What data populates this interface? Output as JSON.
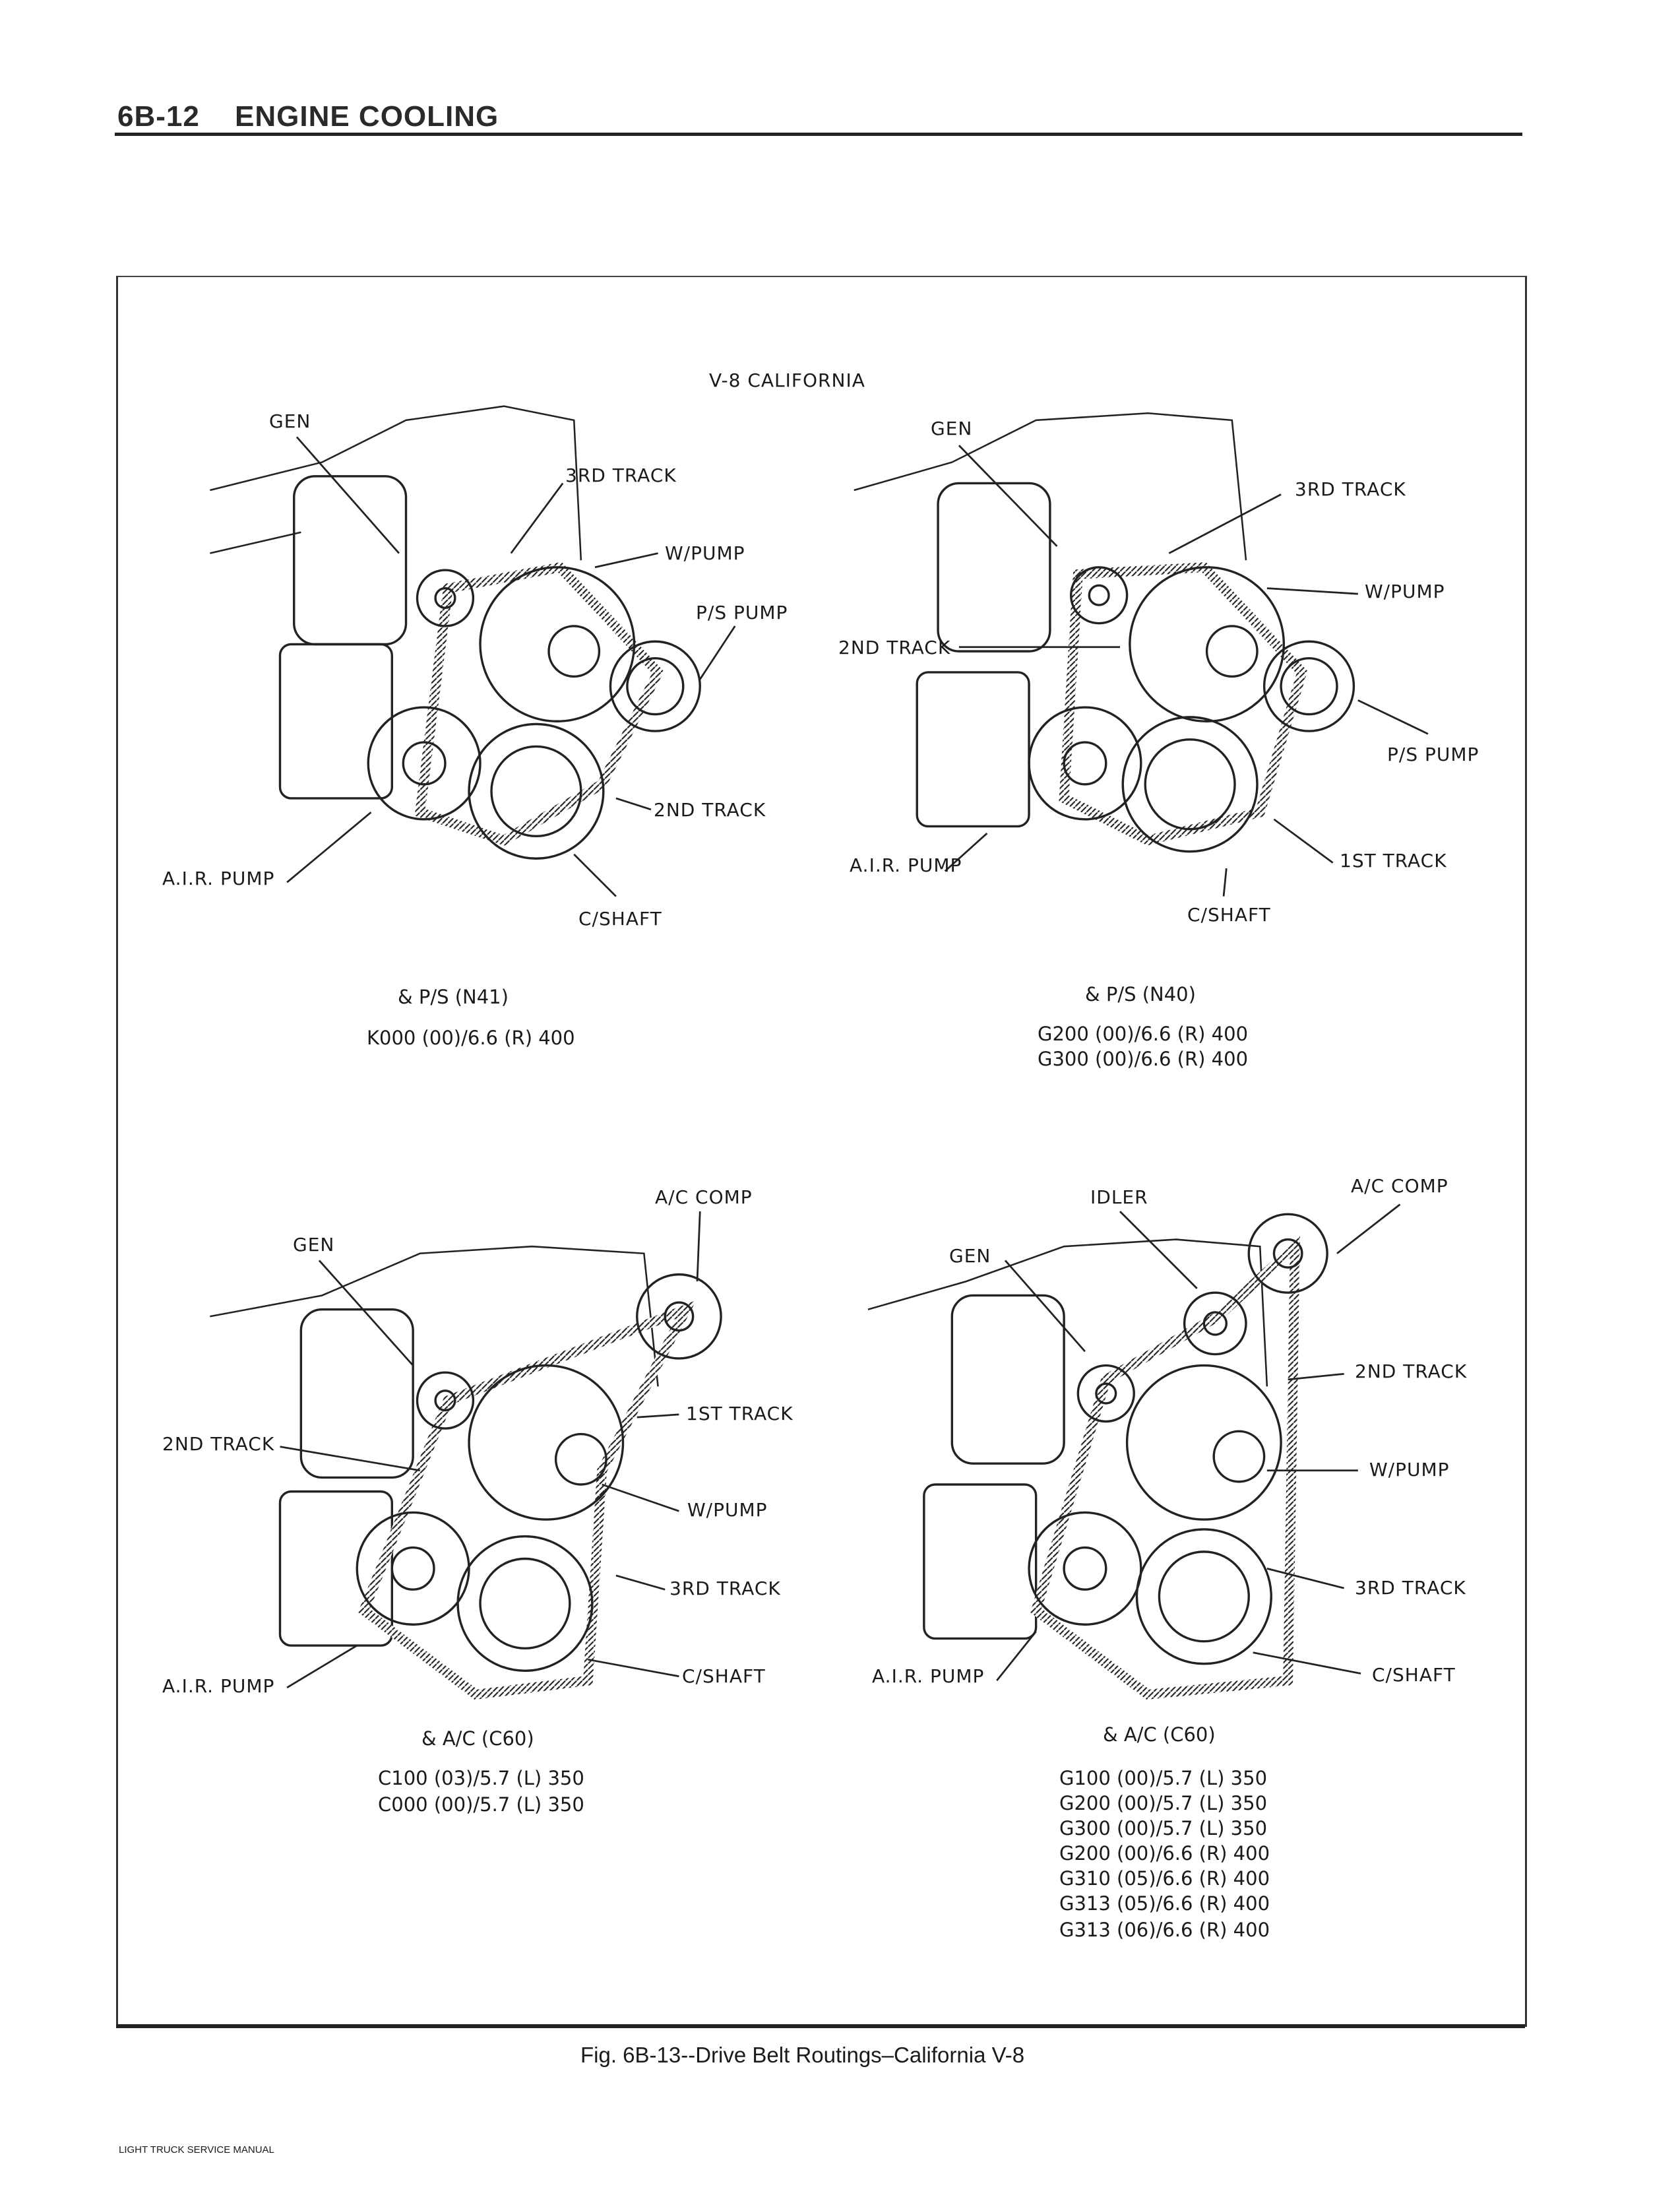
{
  "header": {
    "section": "6B-12",
    "title": "ENGINE COOLING"
  },
  "figure": {
    "title": "V-8 CALIFORNIA",
    "caption": "Fig. 6B-13--Drive Belt Routings–California V-8",
    "diagrams": [
      {
        "labels": {
          "gen": "GEN",
          "track3": "3RD TRACK",
          "wpump": "W/PUMP",
          "pspump": "P/S PUMP",
          "track2": "2ND TRACK",
          "airpump": "A.I.R. PUMP",
          "cshaft": "C/SHAFT"
        },
        "option": "& P/S (N41)",
        "models": [
          "K000 (00)/6.6 (R) 400"
        ]
      },
      {
        "labels": {
          "gen": "GEN",
          "track3": "3RD TRACK",
          "wpump": "W/PUMP",
          "track2": "2ND TRACK",
          "pspump": "P/S PUMP",
          "track1": "1ST TRACK",
          "airpump": "A.I.R. PUMP",
          "cshaft": "C/SHAFT"
        },
        "option": "& P/S (N40)",
        "models": [
          "G200 (00)/6.6 (R) 400",
          "G300 (00)/6.6 (R) 400"
        ]
      },
      {
        "labels": {
          "accomp": "A/C COMP",
          "gen": "GEN",
          "track1": "1ST TRACK",
          "track2": "2ND TRACK",
          "wpump": "W/PUMP",
          "track3": "3RD TRACK",
          "airpump": "A.I.R. PUMP",
          "cshaft": "C/SHAFT"
        },
        "option": "& A/C (C60)",
        "models": [
          "C100 (03)/5.7 (L) 350",
          "C000 (00)/5.7 (L) 350"
        ]
      },
      {
        "labels": {
          "idler": "IDLER",
          "accomp": "A/C COMP",
          "gen": "GEN",
          "track2": "2ND TRACK",
          "wpump": "W/PUMP",
          "track3": "3RD TRACK",
          "airpump": "A.I.R. PUMP",
          "cshaft": "C/SHAFT"
        },
        "option": "& A/C (C60)",
        "models": [
          "G100 (00)/5.7 (L) 350",
          "G200 (00)/5.7 (L) 350",
          "G300 (00)/5.7 (L) 350",
          "G200 (00)/6.6 (R) 400",
          "G310 (05)/6.6 (R) 400",
          "G313 (05)/6.6 (R) 400",
          "G313 (06)/6.6 (R) 400"
        ]
      }
    ]
  },
  "footer": "LIGHT TRUCK SERVICE MANUAL"
}
